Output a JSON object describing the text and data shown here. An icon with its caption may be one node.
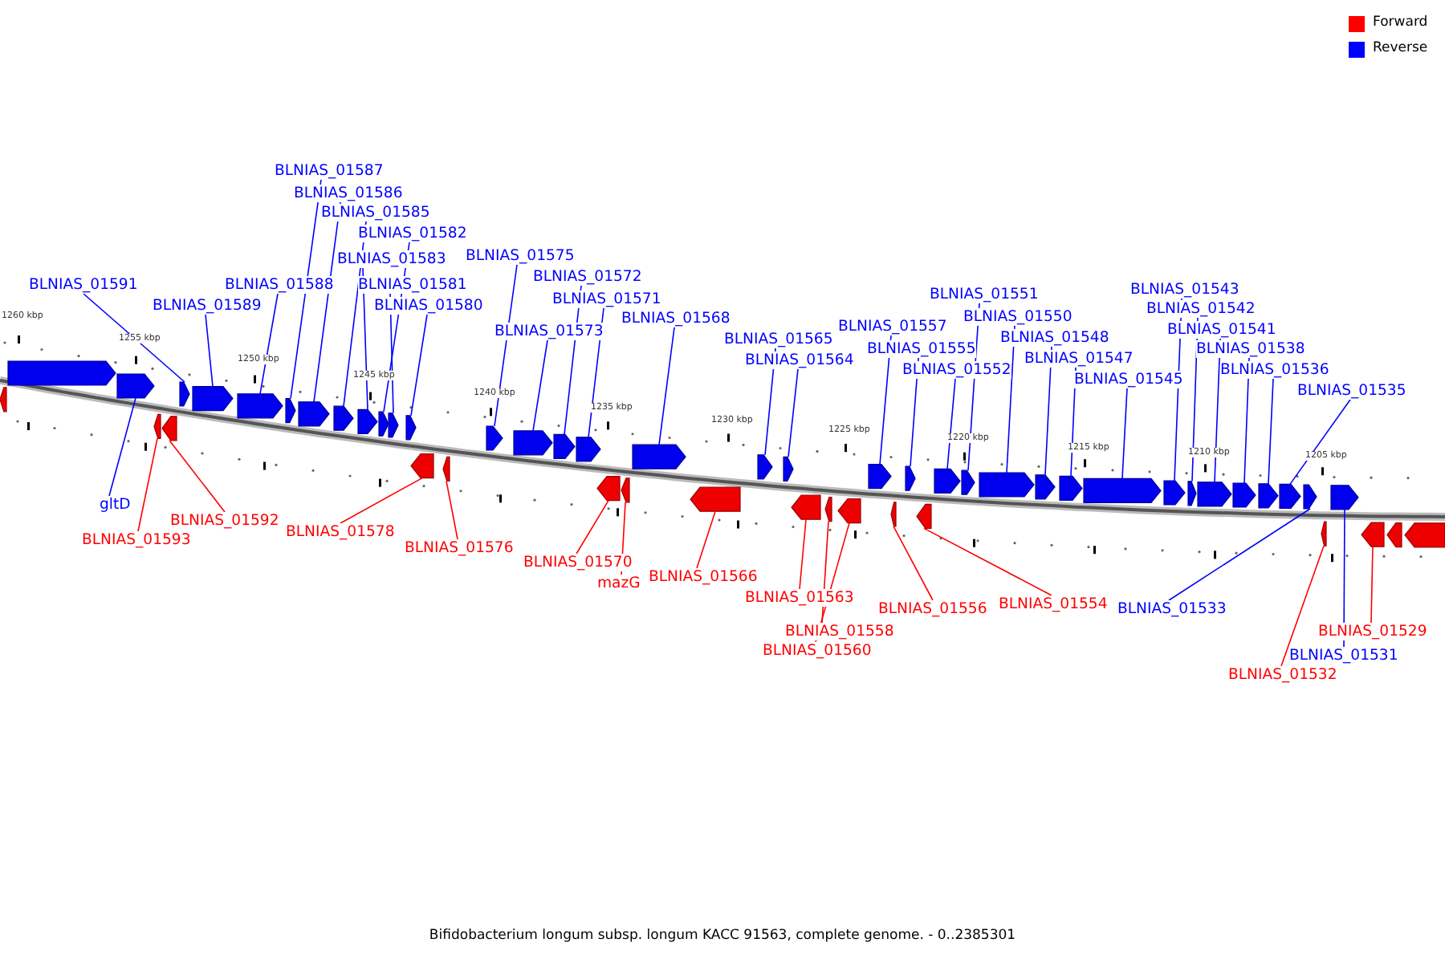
{
  "diagram": {
    "caption": "Bifidobacterium longum subsp. longum KACC 91563, complete genome. - 0..2385301",
    "nodes": [
      {
        "text": [
          "BLNIAS_01587"
        ]
      },
      {
        "text": [
          "BLNIAS_01586"
        ]
      },
      {
        "text": [
          "BLNIAS_01585"
        ]
      },
      {
        "text": [
          "BLNIAS_01582"
        ]
      },
      {
        "text": [
          "BLNIAS_01575"
        ]
      },
      {
        "text": [
          "BLNIAS_01583"
        ]
      },
      {
        "text": [
          "BLNIAS_01572"
        ]
      },
      {
        "text": [
          "BLNIAS_01591"
        ]
      },
      {
        "text": [
          "BLNIAS_01588"
        ]
      },
      {
        "text": [
          "BLNIAS_01581"
        ]
      },
      {
        "text": [
          "BLNIAS_01551"
        ]
      },
      {
        "text": [
          "BLNIAS_01543"
        ]
      },
      {
        "text": [
          "BLNIAS_01571"
        ]
      },
      {
        "text": [
          "BLNIAS_01589"
        ]
      },
      {
        "text": [
          "BLNIAS_01580"
        ]
      },
      {
        "text": [
          "BLNIAS_01542"
        ]
      },
      {
        "text": [
          "BLNIAS_01550"
        ]
      },
      {
        "text": [
          "BLNIAS_01568"
        ]
      },
      {
        "text": [
          "BLNIAS_01557"
        ]
      },
      {
        "text": [
          "BLNIAS_01541"
        ]
      },
      {
        "text": [
          "BLNIAS_01573"
        ]
      },
      {
        "text": [
          "BLNIAS_01548"
        ]
      },
      {
        "text": [
          "BLNIAS_01565"
        ]
      },
      {
        "text": [
          "BLNIAS_01555"
        ]
      },
      {
        "text": [
          "BLNIAS_01538"
        ]
      },
      {
        "text": [
          "BLNIAS_01547"
        ]
      },
      {
        "text": [
          "BLNIAS_01564"
        ]
      },
      {
        "text": [
          "BLNIAS_01552"
        ]
      },
      {
        "text": [
          "BLNIAS_01536"
        ]
      },
      {
        "text": [
          "BLNIAS_01545"
        ]
      },
      {
        "text": [
          "BLNIAS_01535"
        ]
      },
      {
        "text": [
          "gltD"
        ]
      },
      {
        "text": [
          "BLNIAS_01592"
        ]
      },
      {
        "text": [
          "BLNIAS_01578"
        ]
      },
      {
        "text": [
          "BLNIAS_01593"
        ]
      },
      {
        "text": [
          "BLNIAS_01576"
        ]
      },
      {
        "text": [
          "BLNIAS_01570"
        ]
      },
      {
        "text": [
          "BLNIAS_01566"
        ]
      },
      {
        "text": [
          "mazG"
        ]
      },
      {
        "text": [
          "BLNIAS_01563"
        ]
      },
      {
        "text": [
          "BLNIAS_01554"
        ]
      },
      {
        "text": [
          "BLNIAS_01556"
        ]
      },
      {
        "text": [
          "BLNIAS_01533"
        ]
      },
      {
        "text": [
          "BLNIAS_01558"
        ]
      },
      {
        "text": [
          "BLNIAS_01529"
        ]
      },
      {
        "text": [
          "BLNIAS_01560"
        ]
      },
      {
        "text": [
          "BLNIAS_01531"
        ]
      },
      {
        "text": [
          "BLNIAS_01532"
        ]
      },
      {
        "text": [],
        "shape": "pentagon"
      },
      {
        "text": [],
        "shape": "pentagon"
      },
      {
        "text": [],
        "shape": "pentagon"
      },
      {
        "text": [],
        "shape": "pentagon"
      },
      {
        "text": [],
        "shape": "pentagon"
      },
      {
        "text": [],
        "shape": "pentagon"
      },
      {
        "text": [],
        "shape": "pentagon"
      },
      {
        "text": [],
        "shape": "pentagon"
      },
      {
        "text": [],
        "shape": "pentagon"
      },
      {
        "text": [],
        "shape": "pentagon"
      },
      {
        "text": [],
        "shape": "pentagon"
      },
      {
        "text": [],
        "shape": "pentagon"
      },
      {
        "text": [],
        "shape": "pentagon"
      },
      {
        "text": [],
        "shape": "pentagon"
      },
      {
        "text": [],
        "shape": "pentagon"
      },
      {
        "text": [],
        "shape": "pentagon"
      },
      {
        "text": [],
        "shape": "pentagon"
      },
      {
        "text": [],
        "shape": "pentagon"
      },
      {
        "text": [],
        "shape": "pentagon"
      },
      {
        "text": [],
        "shape": "pentagon"
      },
      {
        "text": [],
        "shape": "pentagon"
      },
      {
        "text": [],
        "shape": "pentagon"
      },
      {
        "text": [],
        "shape": "pentagon"
      },
      {
        "text": [],
        "shape": "pentagon"
      },
      {
        "text": [],
        "shape": "pentagon"
      },
      {
        "text": [],
        "shape": "pentagon"
      },
      {
        "text": [],
        "shape": "pentagon"
      },
      {
        "text": [],
        "shape": "pentagon"
      },
      {
        "text": [],
        "shape": "pentagon"
      },
      {
        "text": [],
        "shape": "pentagon"
      },
      {
        "text": [],
        "shape": "pentagon"
      },
      {
        "text": [],
        "shape": "pentagon"
      },
      {
        "text": [],
        "shape": "pentagon"
      },
      {
        "text": [],
        "shape": "pentagon"
      },
      {
        "text": [],
        "shape": "pentagon"
      },
      {
        "text": [],
        "shape": "pentagon"
      },
      {
        "text": [],
        "shape": "pentagon"
      },
      {
        "text": [],
        "shape": "pentagon"
      },
      {
        "text": [],
        "shape": "pentagon"
      },
      {
        "text": [],
        "shape": "pentagon"
      },
      {
        "text": [],
        "shape": "pentagon"
      },
      {
        "text": [],
        "shape": "pentagon"
      },
      {
        "text": [],
        "shape": "pentagon"
      },
      {
        "text": [],
        "shape": "pentagon"
      },
      {
        "text": [],
        "shape": "pentagon"
      },
      {
        "text": [],
        "shape": "pentagon"
      },
      {
        "text": [],
        "shape": "pentagon"
      },
      {
        "text": [],
        "shape": "pentagon"
      },
      {
        "text": [],
        "shape": "pentagon"
      },
      {
        "text": [],
        "shape": "pentagon"
      },
      {
        "text": [],
        "shape": "pentagon"
      },
      {
        "text": [],
        "shape": "pentagon"
      }
    ],
    "edges": [
      {
        "from": 0,
        "to": 56,
        "arrow": "none"
      },
      {
        "from": 1,
        "to": 57,
        "arrow": "none"
      },
      {
        "from": 2,
        "to": 58,
        "arrow": "none"
      },
      {
        "from": 3,
        "to": 60,
        "arrow": "none"
      },
      {
        "from": 4,
        "to": 65,
        "arrow": "none"
      },
      {
        "from": 5,
        "to": 59,
        "arrow": "none"
      },
      {
        "from": 6,
        "to": 67,
        "arrow": "none"
      },
      {
        "from": 7,
        "to": 53,
        "arrow": "none"
      },
      {
        "from": 8,
        "to": 55,
        "arrow": "none"
      },
      {
        "from": 9,
        "to": 61,
        "arrow": "none"
      },
      {
        "from": 10,
        "to": 83,
        "arrow": "none"
      },
      {
        "from": 11,
        "to": 88,
        "arrow": "none"
      },
      {
        "from": 12,
        "to": 68,
        "arrow": "none"
      },
      {
        "from": 13,
        "to": 54,
        "arrow": "none"
      },
      {
        "from": 14,
        "to": 62,
        "arrow": "none"
      },
      {
        "from": 15,
        "to": 89,
        "arrow": "none"
      },
      {
        "from": 16,
        "to": 84,
        "arrow": "none"
      },
      {
        "from": 17,
        "to": 71,
        "arrow": "none"
      },
      {
        "from": 18,
        "to": 78,
        "arrow": "none"
      },
      {
        "from": 19,
        "to": 90,
        "arrow": "none"
      },
      {
        "from": 20,
        "to": 66,
        "arrow": "none"
      },
      {
        "from": 21,
        "to": 85,
        "arrow": "none"
      },
      {
        "from": 22,
        "to": 73,
        "arrow": "none"
      },
      {
        "from": 23,
        "to": 80,
        "arrow": "none"
      },
      {
        "from": 24,
        "to": 91,
        "arrow": "none"
      },
      {
        "from": 25,
        "to": 86,
        "arrow": "none"
      },
      {
        "from": 26,
        "to": 74,
        "arrow": "none"
      },
      {
        "from": 27,
        "to": 82,
        "arrow": "none"
      },
      {
        "from": 28,
        "to": 92,
        "arrow": "none"
      },
      {
        "from": 29,
        "to": 87,
        "arrow": "none"
      },
      {
        "from": 30,
        "to": 93,
        "arrow": "none"
      },
      {
        "from": 31,
        "to": 50,
        "arrow": "none"
      },
      {
        "from": 32,
        "to": 52,
        "arrow": "none",
        "color": "#ff0000"
      },
      {
        "from": 33,
        "to": 63,
        "arrow": "none",
        "color": "#ff0000"
      },
      {
        "from": 34,
        "to": 51,
        "arrow": "none",
        "color": "#ff0000"
      },
      {
        "from": 35,
        "to": 64,
        "arrow": "none",
        "color": "#ff0000"
      },
      {
        "from": 36,
        "to": 69,
        "arrow": "none",
        "color": "#ff0000"
      },
      {
        "from": 37,
        "to": 72,
        "arrow": "none",
        "color": "#ff0000"
      },
      {
        "from": 38,
        "to": 70,
        "arrow": "none",
        "color": "#ff0000"
      },
      {
        "from": 39,
        "to": 75,
        "arrow": "none",
        "color": "#ff0000"
      },
      {
        "from": 40,
        "to": 81,
        "arrow": "none",
        "color": "#ff0000"
      },
      {
        "from": 41,
        "to": 79,
        "arrow": "none",
        "color": "#ff0000"
      },
      {
        "from": 42,
        "to": 94,
        "arrow": "none"
      },
      {
        "from": 43,
        "to": 76,
        "arrow": "none",
        "color": "#ff0000"
      },
      {
        "from": 44,
        "to": 97,
        "arrow": "none",
        "color": "#ff0000"
      },
      {
        "from": 45,
        "to": 77,
        "arrow": "none",
        "color": "#ff0000"
      },
      {
        "from": 46,
        "to": 96,
        "arrow": "none"
      },
      {
        "from": 47,
        "to": 95,
        "arrow": "none",
        "color": "#ff0000"
      }
    ],
    "labels": [
      "1260 kbp",
      "1255 kbp",
      "1250 kbp",
      "1245 kbp",
      "1240 kbp",
      "1235 kbp",
      "1230 kbp",
      "1225 kbp",
      "1220 kbp",
      "1215 kbp",
      "1210 kbp",
      "1205 kbp"
    ],
    "legend": [
      {
        "text": "Forward",
        "color": "#ff0000"
      },
      {
        "text": "Reverse",
        "color": "#0000ff"
      }
    ]
  }
}
